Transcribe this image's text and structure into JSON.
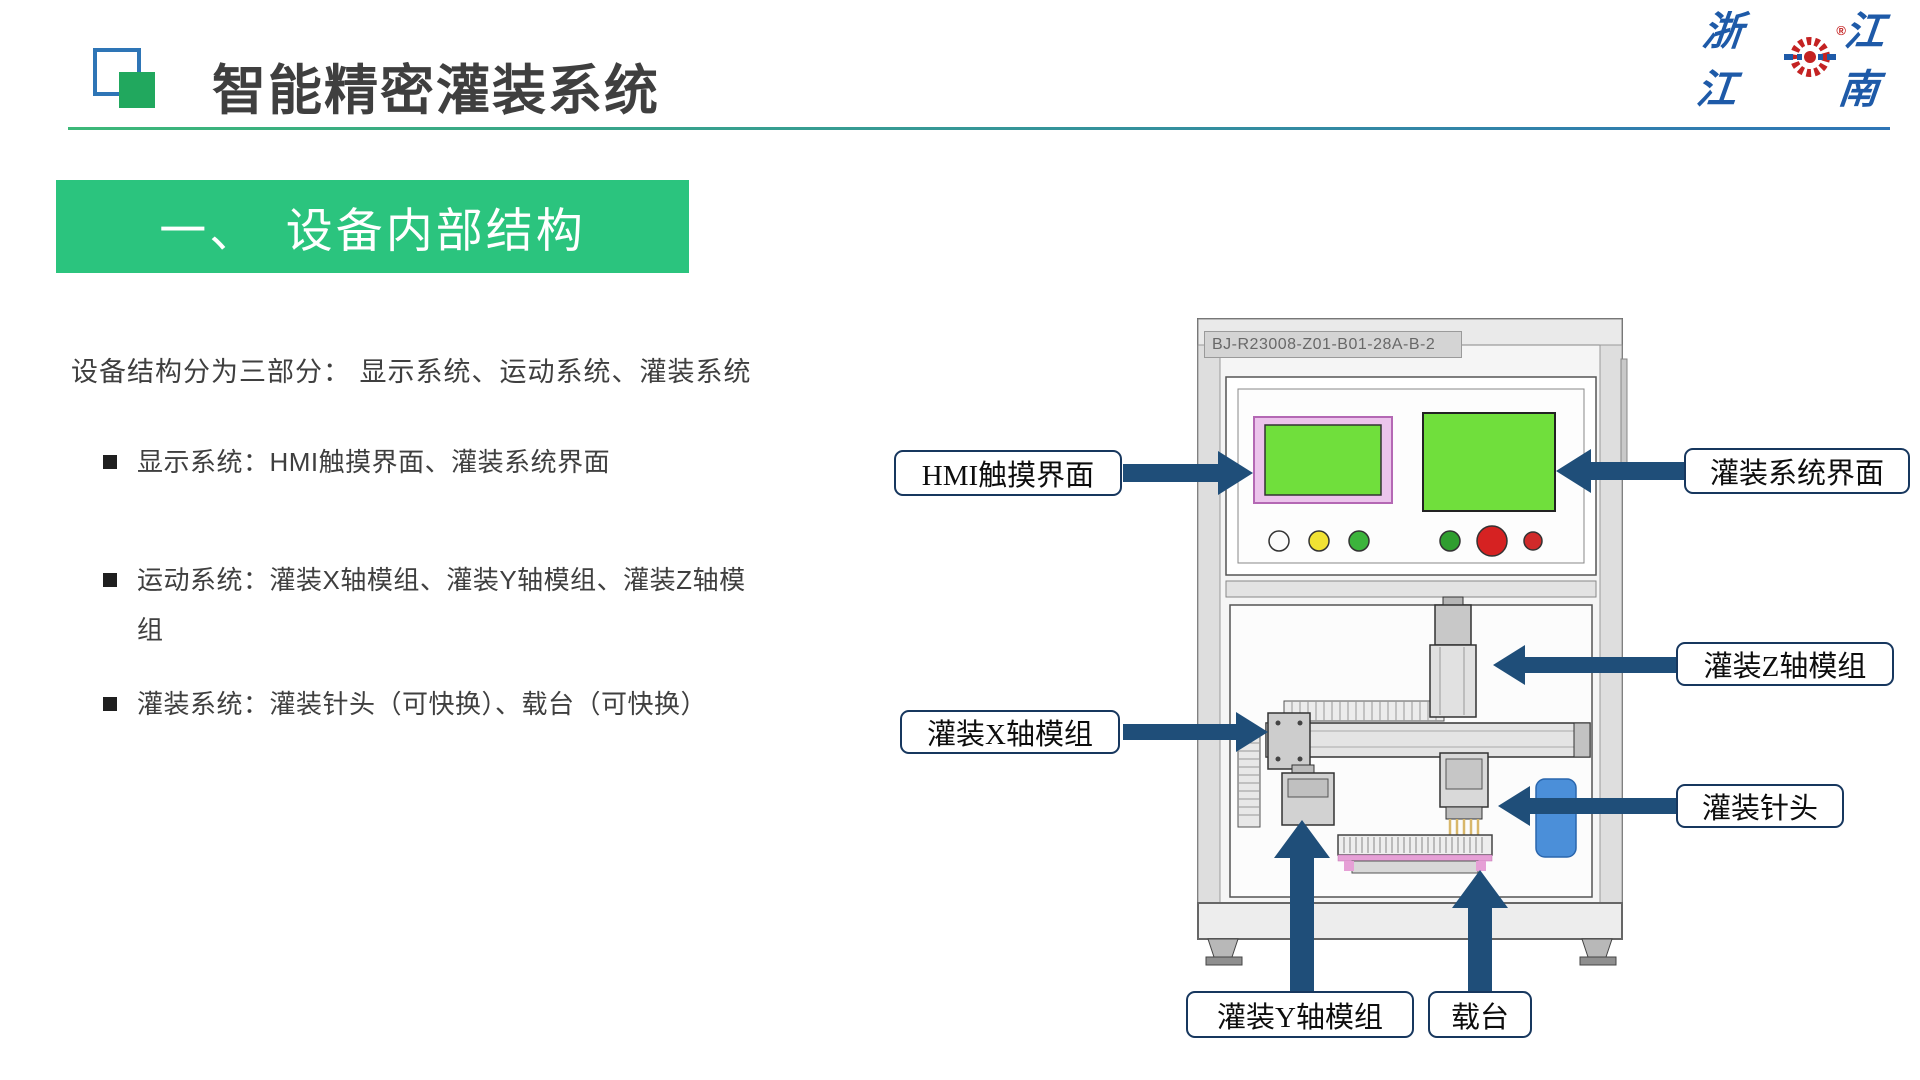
{
  "header": {
    "title": "智能精密灌装系统",
    "brand": {
      "left": "浙江",
      "right": "江南",
      "reg": "®"
    }
  },
  "section": {
    "heading": "一、　设备内部结构"
  },
  "body": {
    "intro": "设备结构分为三部分： 显示系统、运动系统、灌装系统",
    "bullets": [
      "显示系统：HMI触摸界面、灌装系统界面",
      "运动系统：灌装X轴模组、灌装Y轴模组、灌装Z轴模组",
      "灌装系统：灌装针头（可快换）、载台（可快换）"
    ]
  },
  "diagram": {
    "model_number": "BJ-R23008-Z01-B01-28A-B-2",
    "labels": {
      "hmi_screen": "HMI触摸界面",
      "filling_ui": "灌装系统界面",
      "z_axis": "灌装Z轴模组",
      "x_axis": "灌装X轴模组",
      "needle": "灌装针头",
      "y_axis": "灌装Y轴模组",
      "stage": "载台"
    }
  },
  "colors": {
    "banner_green": "#2BC47E",
    "arrow_navy": "#1F4E79",
    "screen_green": "#70DF3C",
    "brand_blue": "#1E5AA8",
    "brand_red": "#C42222"
  }
}
